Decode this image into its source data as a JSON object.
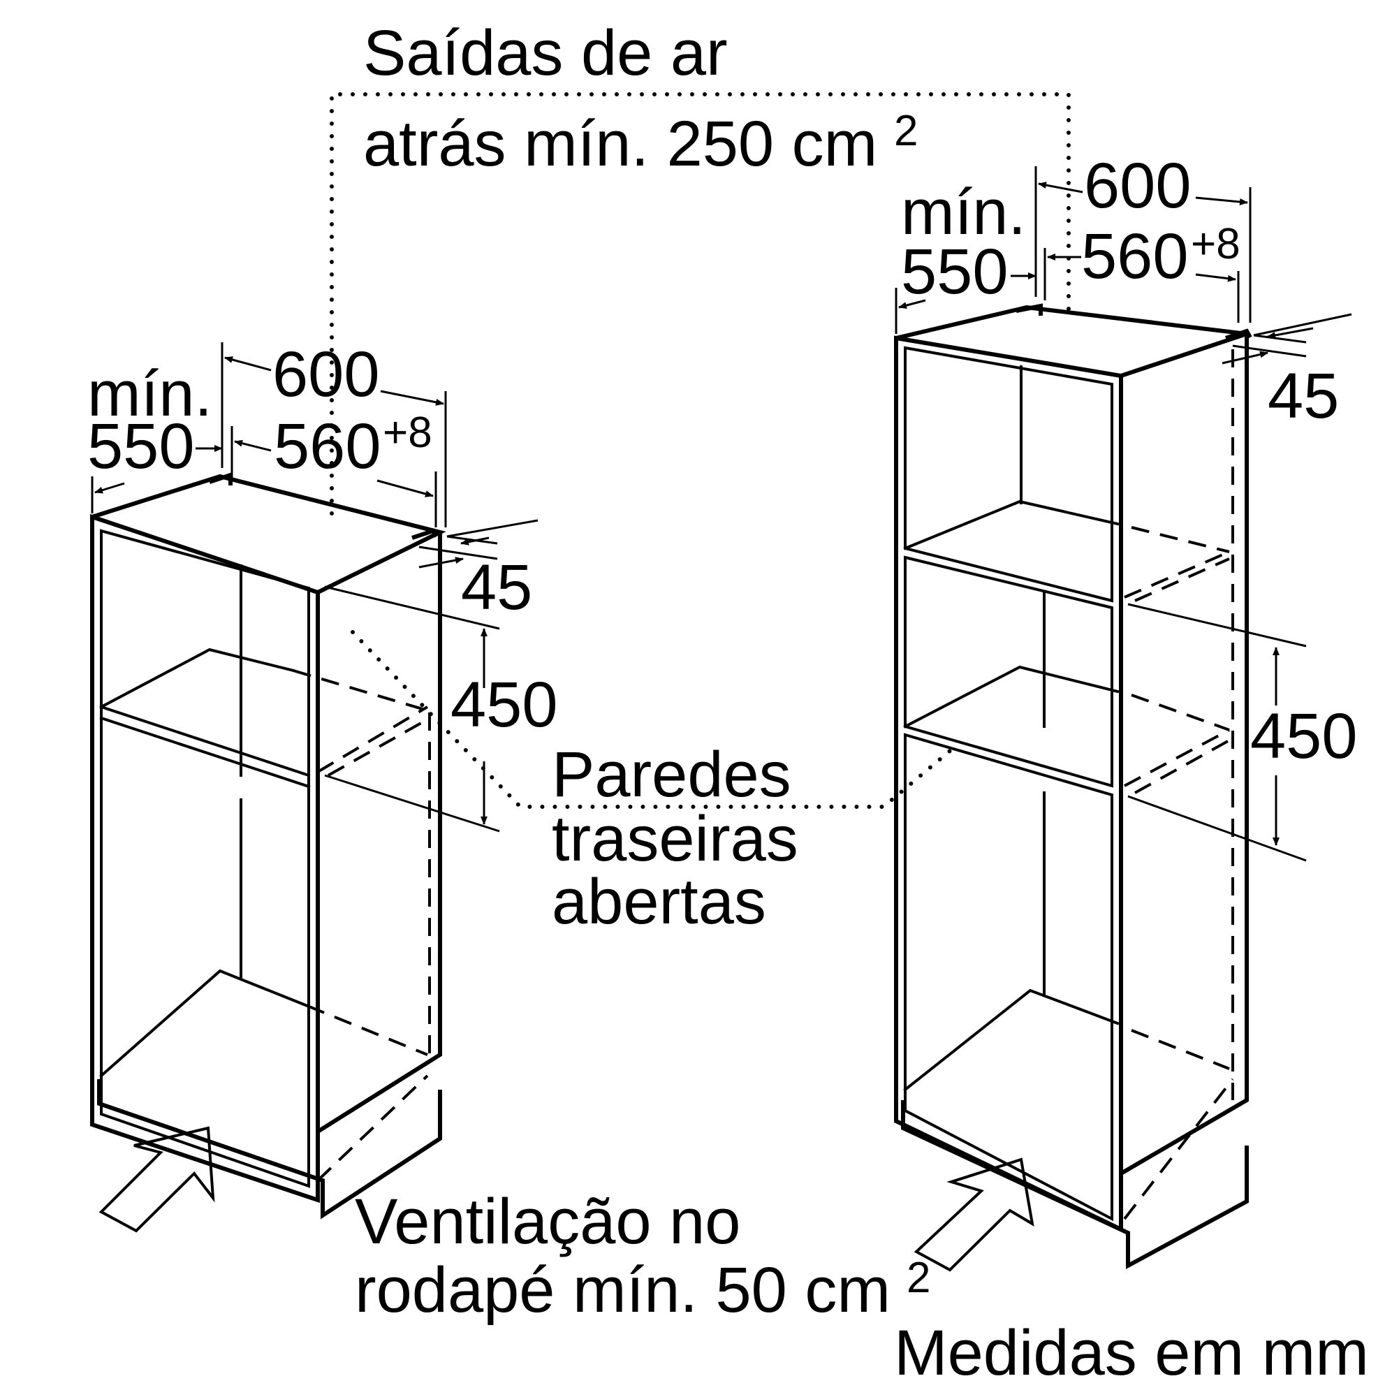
{
  "labels": {
    "air_outlet_line1": "Saídas de ar",
    "air_outlet_line2": "atrás mín. 250 cm",
    "air_outlet_sup": "2",
    "open_walls_line1": "Paredes",
    "open_walls_line2": "traseiras",
    "open_walls_line3": "abertas",
    "plinth_vent_line1": "Ventilação no",
    "plinth_vent_line2": "rodapé mín. 50 cm",
    "plinth_vent_sup": "2",
    "units_note": "Medidas em mm"
  },
  "left_cabinet": {
    "min_label": "mín.",
    "depth_min": "550",
    "outer_width": "600",
    "inner_width": "560",
    "inner_tolerance": "+8",
    "side_thickness": "45",
    "niche_height": "450"
  },
  "right_cabinet": {
    "min_label": "mín.",
    "depth_min": "550",
    "outer_width": "600",
    "inner_width": "560",
    "inner_tolerance": "+8",
    "side_thickness": "45",
    "niche_height": "450"
  },
  "icons": [
    "airflow-arrow-icon",
    "dimension-arrow-icon"
  ]
}
